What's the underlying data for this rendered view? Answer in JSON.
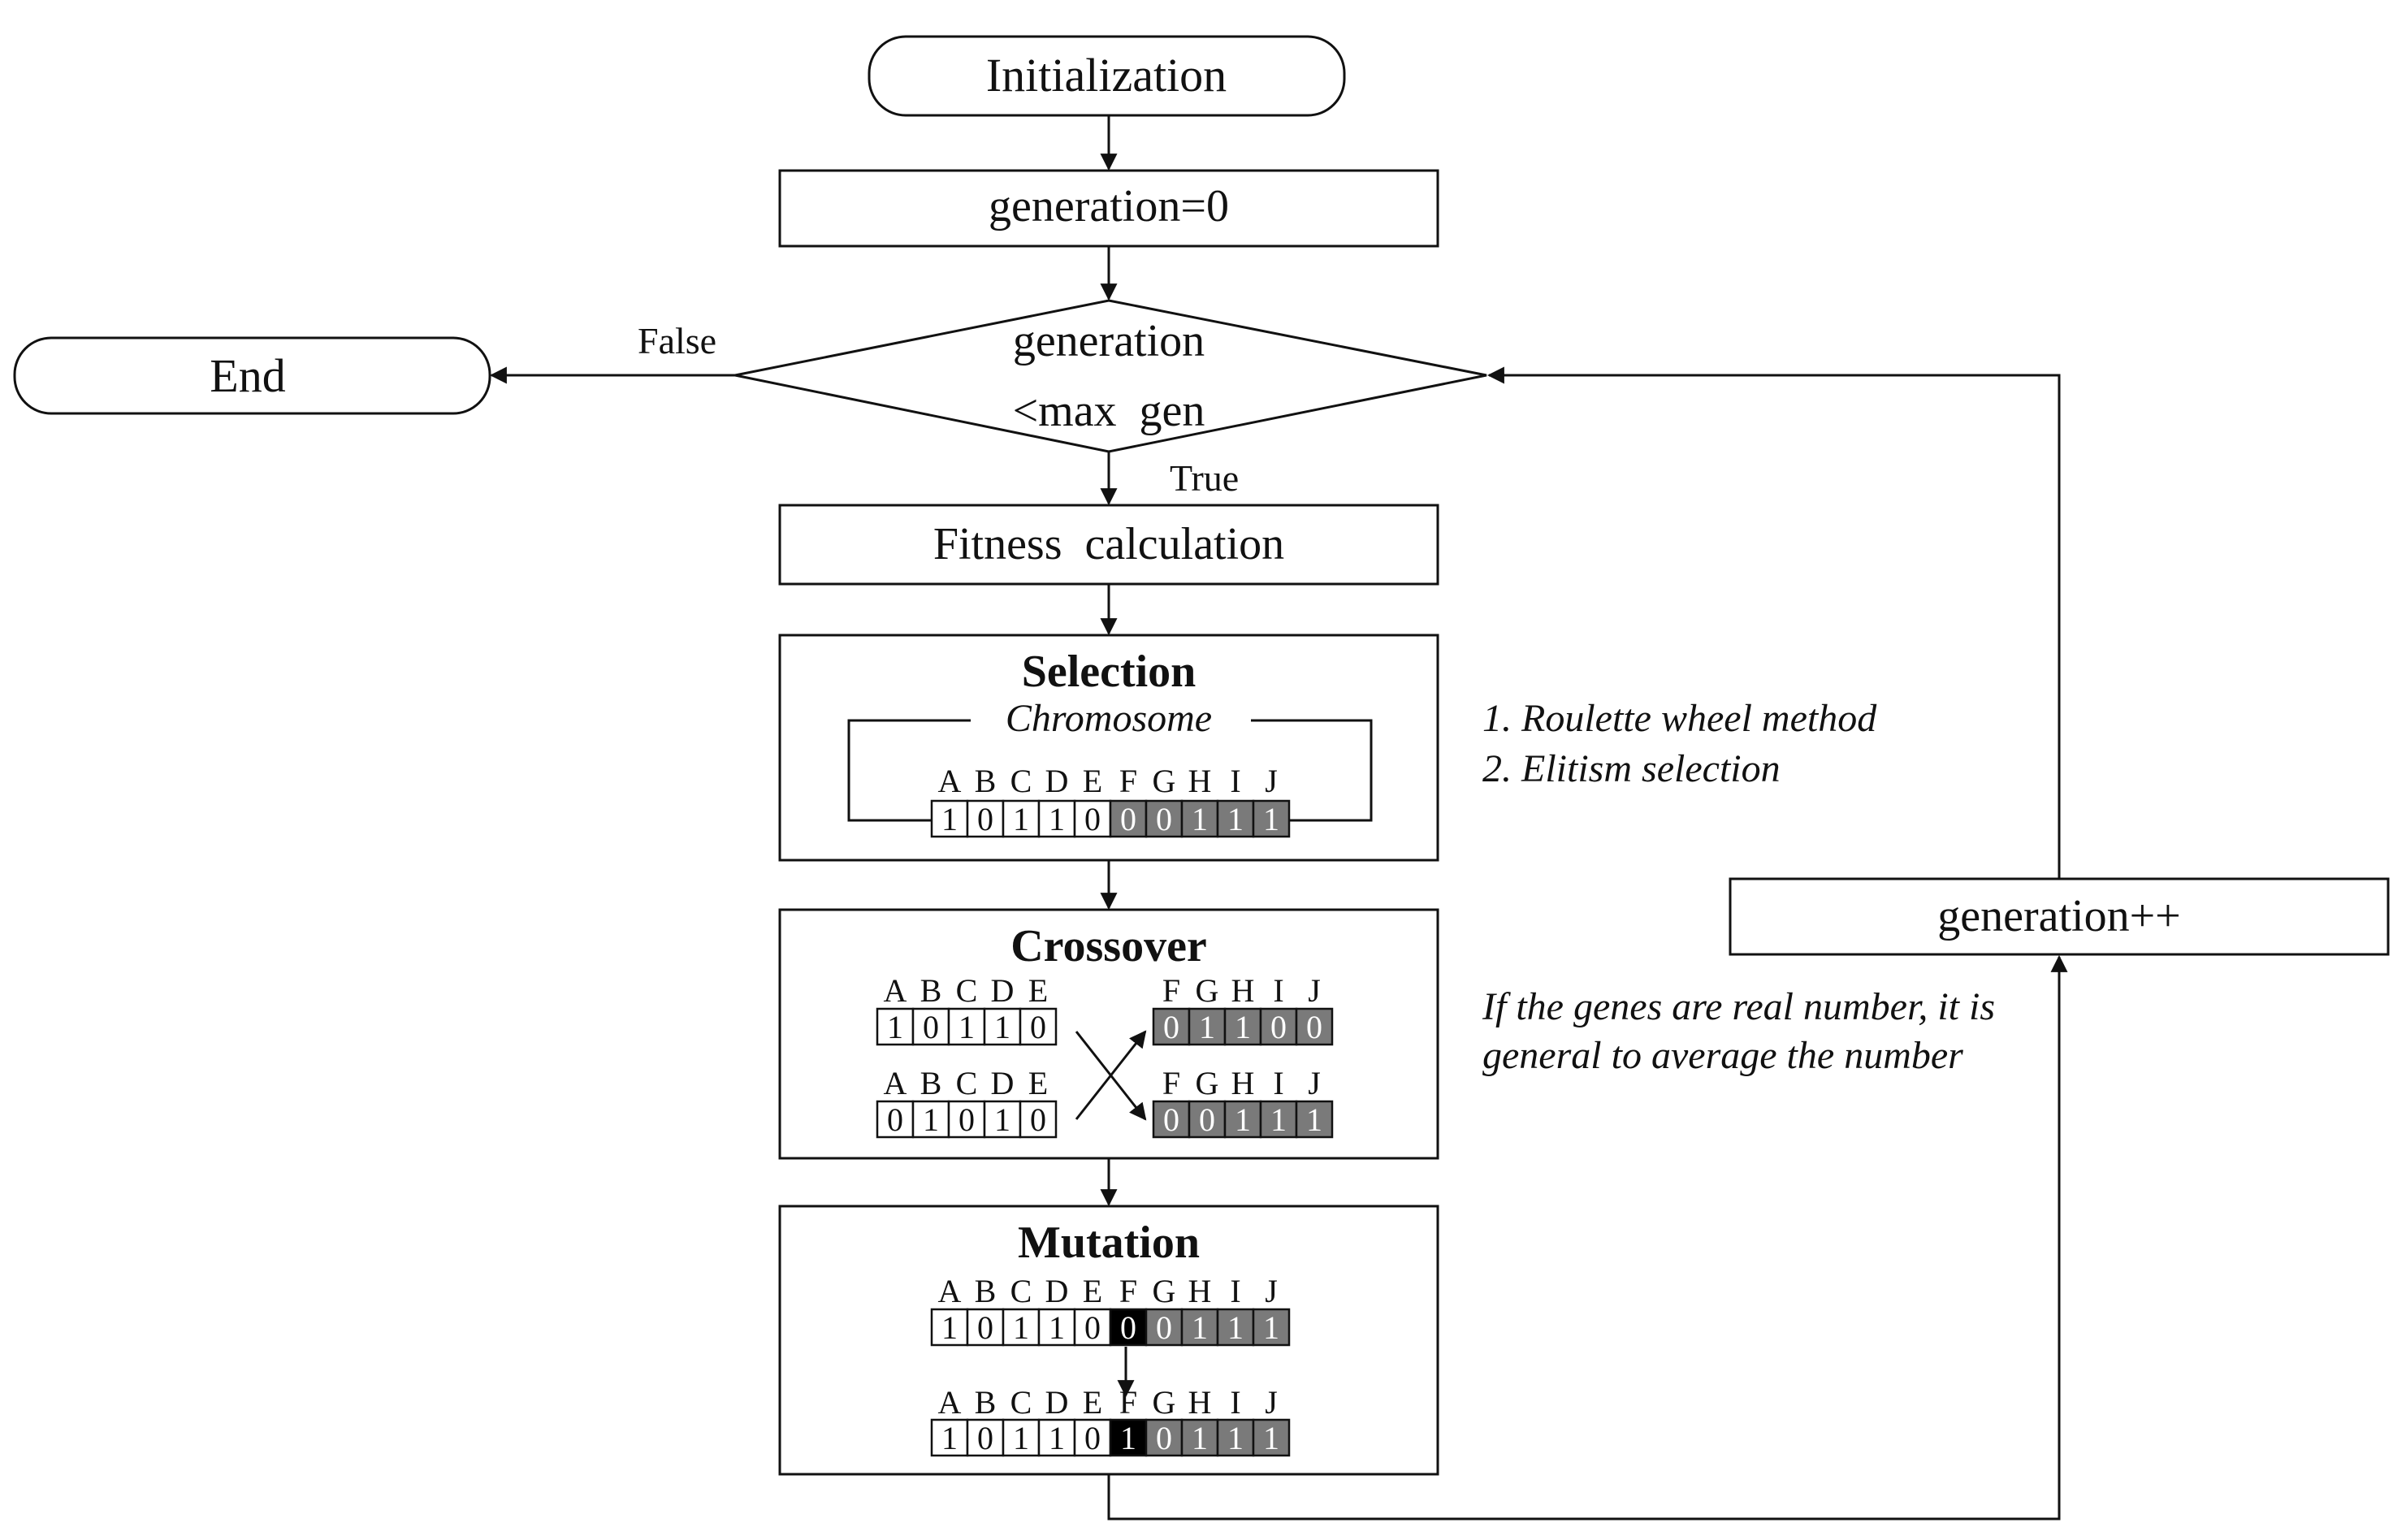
{
  "nodes": {
    "initialization": "Initialization",
    "gen_init": "generation=0",
    "condition_line1": "generation",
    "condition_line2": "<max  gen",
    "end": "End",
    "fitness": "Fitness  calculation",
    "selection_title": "Selection",
    "chromosome_label": "Chromosome",
    "crossover_title": "Crossover",
    "mutation_title": "Mutation",
    "gen_increment": "generation++"
  },
  "edge_labels": {
    "false": "False",
    "true": "True"
  },
  "annotations": {
    "selection_1": "1. Roulette wheel method",
    "selection_2": "2. Elitism selection",
    "crossover_1": "If the genes are real number, it is",
    "crossover_2": "general to average the number"
  },
  "gene_letters": [
    "A",
    "B",
    "C",
    "D",
    "E",
    "F",
    "G",
    "H",
    "I",
    "J"
  ],
  "selection_chromosome": [
    "1",
    "0",
    "1",
    "1",
    "0",
    "0",
    "0",
    "1",
    "1",
    "1"
  ],
  "crossover": {
    "left_letters": [
      "A",
      "B",
      "C",
      "D",
      "E"
    ],
    "right_letters": [
      "F",
      "G",
      "H",
      "I",
      "J"
    ],
    "parent1_left": [
      "1",
      "0",
      "1",
      "1",
      "0"
    ],
    "parent2_left": [
      "0",
      "1",
      "0",
      "1",
      "0"
    ],
    "parent1_right": [
      "0",
      "1",
      "1",
      "0",
      "0"
    ],
    "parent2_right": [
      "0",
      "0",
      "1",
      "1",
      "1"
    ]
  },
  "mutation": {
    "before": [
      "1",
      "0",
      "1",
      "1",
      "0",
      "0",
      "0",
      "1",
      "1",
      "1"
    ],
    "after": [
      "1",
      "0",
      "1",
      "1",
      "0",
      "1",
      "0",
      "1",
      "1",
      "1"
    ],
    "mutated_index": 5
  },
  "colors": {
    "gray_cell": "#7a7a7a",
    "mutated_cell": "#000000"
  }
}
